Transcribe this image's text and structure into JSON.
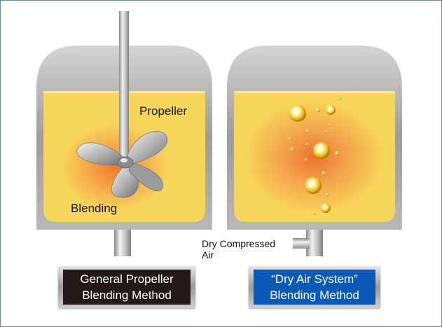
{
  "labels": {
    "propeller": "Propeller",
    "blending": "Blending",
    "air_line1": "Dry Compressed",
    "air_line2": "Air"
  },
  "methods": {
    "left_line1": "General Propeller",
    "left_line2": "Blending Method",
    "right_line1": "“Dry Air System”",
    "right_line2": "Blending Method"
  },
  "colors": {
    "tank_metal": "#9a9a9a",
    "liquid": "#f6d65a",
    "glow": "#f08a3a",
    "left_box": "#221a17",
    "right_box": "#0b5ab8"
  },
  "icons": {
    "left_mixer": "propeller-icon",
    "right_bubbles": "air-bubbles-icon"
  }
}
